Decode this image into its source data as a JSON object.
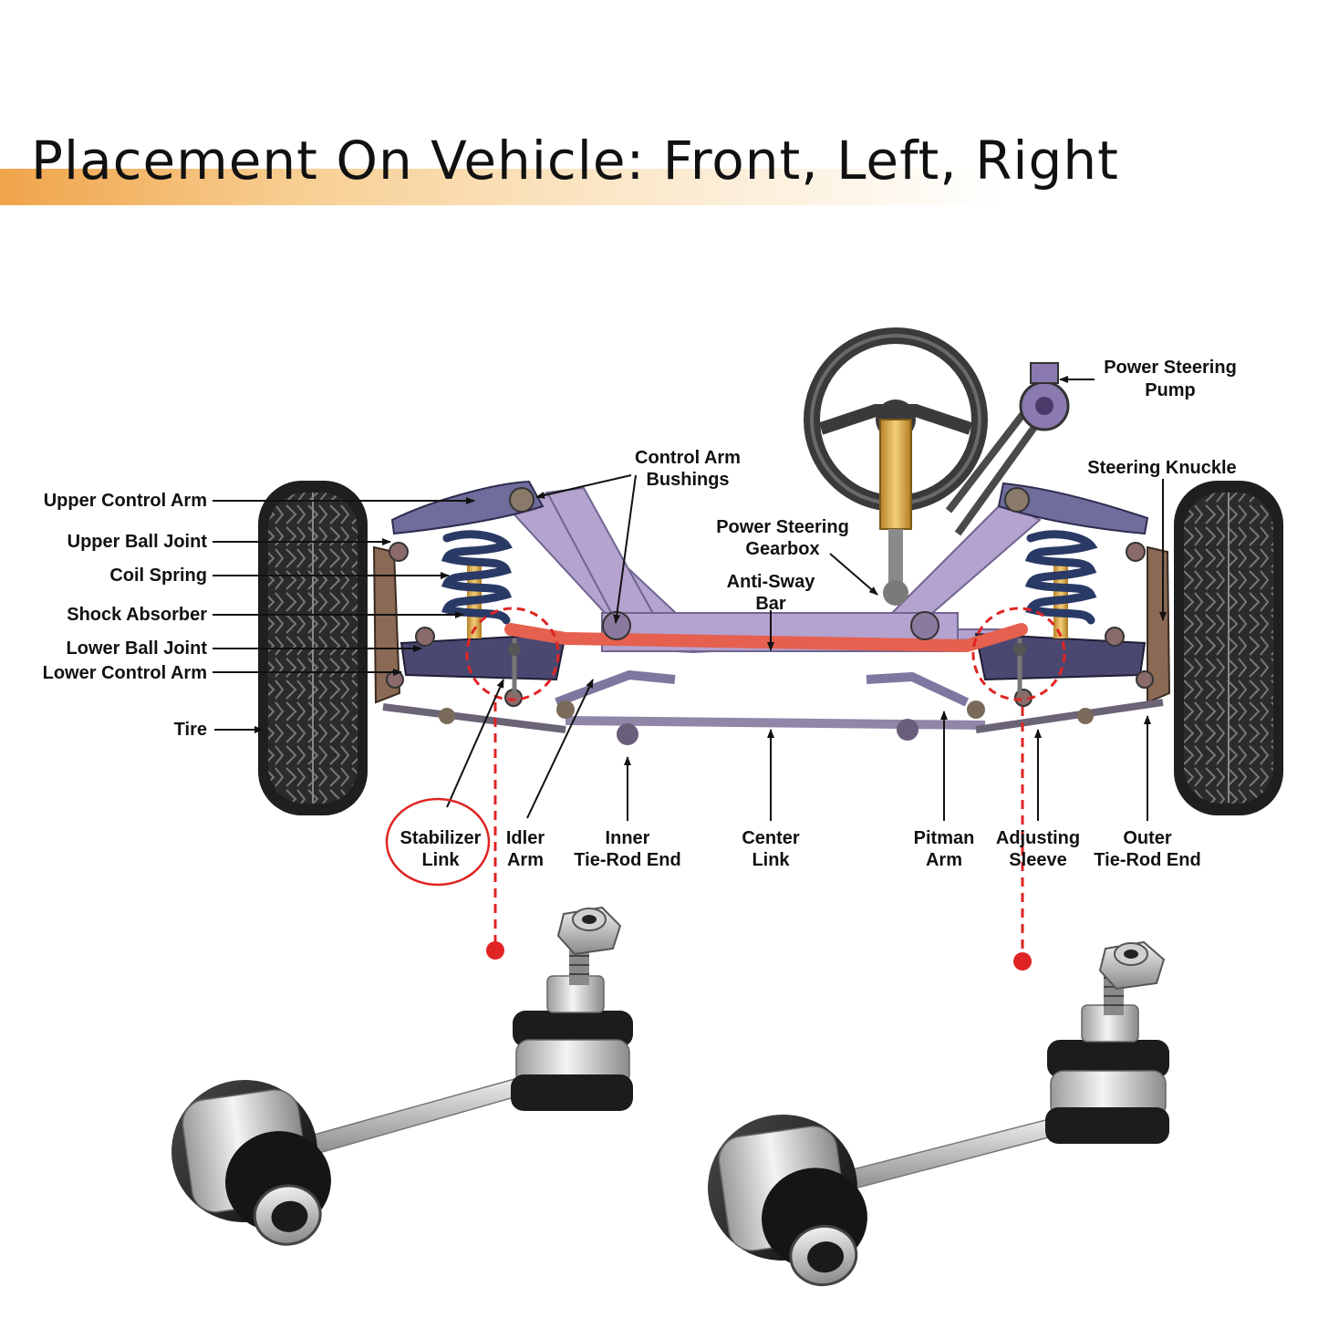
{
  "heading": "Placement On Vehicle: Front, Left, Right",
  "labels": {
    "upper_control_arm": "Upper Control Arm",
    "upper_ball_joint": "Upper Ball Joint",
    "coil_spring": "Coil Spring",
    "shock_absorber": "Shock Absorber",
    "lower_ball_joint": "Lower Ball Joint",
    "lower_control_arm": "Lower Control Arm",
    "tire": "Tire",
    "control_arm_bushings_1": "Control Arm",
    "control_arm_bushings_2": "Bushings",
    "ps_gearbox_1": "Power Steering",
    "ps_gearbox_2": "Gearbox",
    "anti_sway_1": "Anti-Sway",
    "anti_sway_2": "Bar",
    "ps_pump_1": "Power Steering",
    "ps_pump_2": "Pump",
    "steering_knuckle": "Steering Knuckle",
    "stabilizer_link_1": "Stabilizer",
    "stabilizer_link_2": "Link",
    "idler_arm_1": "Idler",
    "idler_arm_2": "Arm",
    "inner_tie_rod_1": "Inner",
    "inner_tie_rod_2": "Tie-Rod End",
    "center_link_1": "Center",
    "center_link_2": "Link",
    "pitman_arm_1": "Pitman",
    "pitman_arm_2": "Arm",
    "adjusting_sleeve_1": "Adjusting",
    "adjusting_sleeve_2": "Sleeve",
    "outer_tie_rod_1": "Outer",
    "outer_tie_rod_2": "Tie-Rod End"
  },
  "colors": {
    "highlight": "#e02424",
    "heading_band": "#f0a44a",
    "subframe": "#b4a2cf",
    "control_arm": "#6f6d9b",
    "spring": "#3e4f7a",
    "shock": "#e3b24e",
    "tire": "#2d2d2d"
  }
}
